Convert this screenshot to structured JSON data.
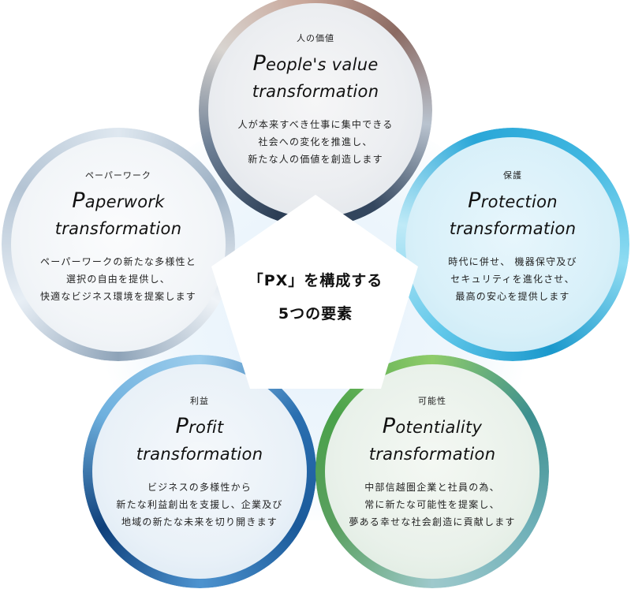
{
  "center": {
    "line1": "「PX」を構成する",
    "line2": "5つの要素"
  },
  "elements": [
    {
      "id": "people",
      "jp_label": "人の価値",
      "title_cap": "P",
      "title_rest": "eople's value",
      "title_line2": "transformation",
      "desc": [
        "人が本来すべき仕事に集中できる",
        "社会への変化を推進し、",
        "新たな人の価値を創造します"
      ],
      "ring_color": "#2c3e55"
    },
    {
      "id": "paperwork",
      "jp_label": "ペーパーワーク",
      "title_cap": "P",
      "title_rest": "aperwork",
      "title_line2": "transformation",
      "desc": [
        "ペーパーワークの新たな多様性と",
        "選択の自由を提供し、",
        "快適なビジネス環境を提案します"
      ],
      "ring_color": "#9fb2c5"
    },
    {
      "id": "protection",
      "jp_label": "保護",
      "title_cap": "P",
      "title_rest": "rotection",
      "title_line2": "transformation",
      "desc": [
        "時代に併せ、 機器保守及び",
        "セキュリティを進化させ、",
        "最高の安心を提供します"
      ],
      "ring_color": "#3fb6e0"
    },
    {
      "id": "profit",
      "jp_label": "利益",
      "title_cap": "P",
      "title_rest": "rofit",
      "title_line2": "transformation",
      "desc": [
        "ビジネスの多様性から",
        "新たな利益創出を支援し、企業及び",
        "地域の新たな未来を切り開きます"
      ],
      "ring_color": "#1b5a9a"
    },
    {
      "id": "potentiality",
      "jp_label": "可能性",
      "title_cap": "P",
      "title_rest": "otentiality",
      "title_line2": "transformation",
      "desc": [
        "中部信越圏企業と社員の為、",
        "常に新たな可能性を提案し、",
        "夢ある幸せな社会創造に貢献します"
      ],
      "ring_color": "#4aa14a"
    }
  ]
}
